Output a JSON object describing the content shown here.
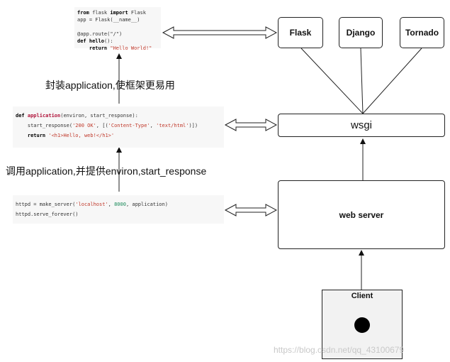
{
  "code_flask": {
    "line1_kw1": "from",
    "line1_mid": " flask ",
    "line1_kw2": "import",
    "line1_end": " Flask",
    "line2": "app = Flask(__name__)",
    "line3": "@app.route(\"/\")",
    "line4_kw": "def",
    "line4_fn": "hello",
    "line4_end": "():",
    "line5_kw": "return",
    "line5_str": "\"Hello World!\""
  },
  "code_app": {
    "line1_kw": "def",
    "line1_fn": "application",
    "line1_end": "(environ, start_response):",
    "line2_start": "start_response(",
    "line2_s1": "'200 OK'",
    "line2_mid": ", [(",
    "line2_s2": "'Content-Type'",
    "line2_sep": ", ",
    "line2_s3": "'text/html'",
    "line2_end": ")])",
    "line3_kw": "return",
    "line3_str": "'<h1>Hello, web!</h1>'"
  },
  "code_server": {
    "line1_start": "httpd = make_server(",
    "line1_s1": "'localhost'",
    "line1_sep": ", ",
    "line1_num": "8000",
    "line1_end": ", application)",
    "line2": "httpd.serve_forever()"
  },
  "labels": {
    "wrap": "封装application,使框架更易用",
    "call": "调用application,并提供environ,start_response"
  },
  "boxes": {
    "flask": "Flask",
    "django": "Django",
    "tornado": "Tornado",
    "wsgi": "wsgi",
    "web_server": "web server",
    "client": "Client"
  },
  "watermark": "https://blog.csdn.net/qq_43100679"
}
